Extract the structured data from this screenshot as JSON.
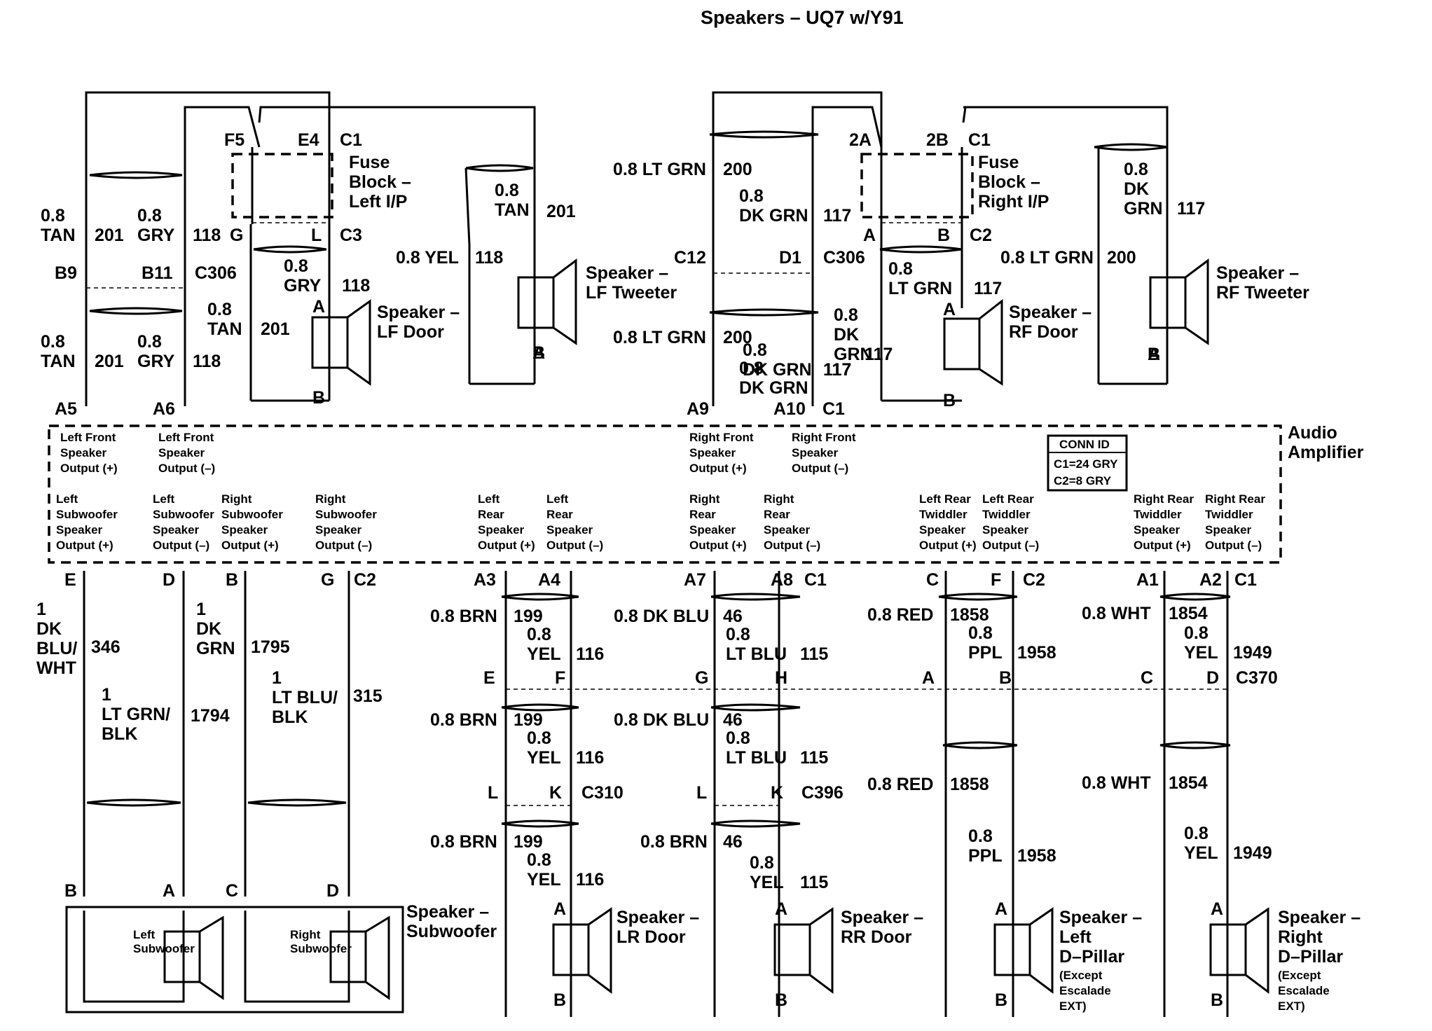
{
  "title": "Speakers – UQ7 w/Y91",
  "fuse_blocks": [
    {
      "pins": [
        "F5",
        "E4",
        "C1"
      ],
      "label": [
        "Fuse",
        "Block –",
        "Left I/P"
      ],
      "bottom_pins": [
        "G",
        "L",
        "C3"
      ]
    },
    {
      "pins": [
        "2A",
        "2B",
        "C1"
      ],
      "label": [
        "Fuse",
        "Block –",
        "Right I/P"
      ],
      "bottom_pins": [
        "A",
        "B",
        "C2"
      ]
    }
  ],
  "wire_labels": [
    {
      "id": "w1",
      "lines": [
        "0.8",
        "TAN"
      ],
      "circuit": "201"
    },
    {
      "id": "w2",
      "lines": [
        "0.8",
        "GRY"
      ],
      "circuit": "118"
    },
    {
      "id": "w3",
      "lines": [
        "0.8",
        "TAN"
      ],
      "circuit": "201"
    },
    {
      "id": "w4",
      "lines": [
        "0.8",
        "GRY"
      ],
      "circuit": "118"
    },
    {
      "id": "w5",
      "lines": [
        "0.8",
        "GRY"
      ],
      "circuit": "118"
    },
    {
      "id": "w6",
      "lines": [
        "0.8",
        "TAN"
      ],
      "circuit": "201"
    },
    {
      "id": "w7",
      "lines": [
        "0.8 YEL"
      ],
      "circuit": "118"
    },
    {
      "id": "w8",
      "lines": [
        "0.8",
        "TAN"
      ],
      "circuit": "201"
    },
    {
      "id": "w9",
      "lines": [
        "0.8 LT GRN"
      ],
      "circuit": "200"
    },
    {
      "id": "w10",
      "lines": [
        "0.8",
        "DK GRN"
      ],
      "circuit": "117"
    },
    {
      "id": "w11",
      "lines": [
        "0.8",
        "LT GRN"
      ],
      "circuit": "117"
    },
    {
      "id": "w12",
      "lines": [
        "0.8 LT GRN"
      ],
      "circuit": "200"
    },
    {
      "id": "w13",
      "lines": [
        "0.8",
        "DK GRN"
      ],
      "circuit": "117"
    },
    {
      "id": "w14",
      "lines": [
        "0.8 LT GRN"
      ],
      "circuit": "200"
    },
    {
      "id": "w15",
      "lines": [
        "0.8",
        "DK",
        "GRN"
      ],
      "circuit": "117"
    },
    {
      "id": "w16",
      "lines": [
        "0.8",
        "DK",
        "GRN"
      ],
      "circuit": "117"
    },
    {
      "id": "w17",
      "lines": [
        "0.8",
        "DK GRN"
      ],
      "circuit": "117"
    }
  ],
  "connectors": {
    "c306_left": [
      "B9",
      "B11",
      "C306"
    ],
    "c306_right": [
      "C12",
      "D1",
      "C306"
    ],
    "amp_top_left": [
      "A5",
      "A6"
    ],
    "amp_top_right": [
      "A9",
      "A10",
      "C1"
    ],
    "amp_bottom": [
      "E",
      "D",
      "B",
      "G",
      "C2",
      "A3",
      "A4",
      "A7",
      "A8",
      "C1",
      "C",
      "F",
      "C2",
      "A1",
      "A2",
      "C1"
    ],
    "c370": [
      "E",
      "F",
      "G",
      "H",
      "A",
      "B",
      "C",
      "D",
      "C370"
    ],
    "c310": [
      "L",
      "K",
      "C310"
    ],
    "c396": [
      "L",
      "K",
      "C396"
    ],
    "sub_pins": [
      "B",
      "A",
      "C",
      "D"
    ]
  },
  "amplifier": {
    "label": [
      "Audio",
      "Amplifier"
    ],
    "conn_id": {
      "title": "CONN ID",
      "c1": "C1=24 GRY",
      "c2": "C2=8 GRY"
    },
    "top_outputs": [
      [
        "Left Front",
        "Speaker",
        "Output (+)"
      ],
      [
        "Left Front",
        "Speaker",
        "Output (–)"
      ],
      [
        "Right Front",
        "Speaker",
        "Output (+)"
      ],
      [
        "Right Front",
        "Speaker",
        "Output (–)"
      ]
    ],
    "bottom_outputs": [
      [
        "Left",
        "Subwoofer",
        "Speaker",
        "Output (+)"
      ],
      [
        "Left",
        "Subwoofer",
        "Speaker",
        "Output (–)"
      ],
      [
        "Right",
        "Subwoofer",
        "Speaker",
        "Output (+)"
      ],
      [
        "Right",
        "Subwoofer",
        "Speaker",
        "Output (–)"
      ],
      [
        "Left",
        "Rear",
        "Speaker",
        "Output (+)"
      ],
      [
        "Left",
        "Rear",
        "Speaker",
        "Output (–)"
      ],
      [
        "Right",
        "Rear",
        "Speaker",
        "Output (+)"
      ],
      [
        "Right",
        "Rear",
        "Speaker",
        "Output (–)"
      ],
      [
        "Left Rear",
        "Twiddler",
        "Speaker",
        "Output (+)"
      ],
      [
        "Left Rear",
        "Twiddler",
        "Speaker",
        "Output (–)"
      ],
      [
        "Right Rear",
        "Twiddler",
        "Speaker",
        "Output (+)"
      ],
      [
        "Right Rear",
        "Twiddler",
        "Speaker",
        "Output (–)"
      ]
    ]
  },
  "lower_wires": {
    "sub": [
      {
        "lines": [
          "1",
          "DK",
          "BLU/",
          "WHT"
        ],
        "circuit": "346"
      },
      {
        "lines": [
          "1",
          "LT GRN/",
          "BLK"
        ],
        "circuit": "1794"
      },
      {
        "lines": [
          "1",
          "DK",
          "GRN"
        ],
        "circuit": "1795"
      },
      {
        "lines": [
          "1",
          "LT BLU/",
          "BLK"
        ],
        "circuit": "315"
      }
    ],
    "lr": [
      {
        "lines": [
          "0.8 BRN"
        ],
        "circuit": "199"
      },
      {
        "lines": [
          "0.8",
          "YEL"
        ],
        "circuit": "116"
      }
    ],
    "rr_upper": [
      {
        "lines": [
          "0.8 DK BLU"
        ],
        "circuit": "46"
      },
      {
        "lines": [
          "0.8",
          "LT BLU"
        ],
        "circuit": "115"
      }
    ],
    "rr_lower": [
      {
        "lines": [
          "0.8 BRN"
        ],
        "circuit": "46"
      },
      {
        "lines": [
          "0.8",
          "YEL"
        ],
        "circuit": "115"
      }
    ],
    "ld": [
      {
        "lines": [
          "0.8 RED"
        ],
        "circuit": "1858"
      },
      {
        "lines": [
          "0.8",
          "PPL"
        ],
        "circuit": "1958"
      }
    ],
    "rd": [
      {
        "lines": [
          "0.8 WHT"
        ],
        "circuit": "1854"
      },
      {
        "lines": [
          "0.8",
          "YEL"
        ],
        "circuit": "1949"
      }
    ]
  },
  "speakers": {
    "lf_door": [
      "Speaker –",
      "LF Door"
    ],
    "lf_tweeter": [
      "Speaker –",
      "LF Tweeter"
    ],
    "rf_door": [
      "Speaker –",
      "RF Door"
    ],
    "rf_tweeter": [
      "Speaker –",
      "RF Tweeter"
    ],
    "subwoofer": [
      "Speaker –",
      "Subwoofer"
    ],
    "left_sub": [
      "Left",
      "Subwoofer"
    ],
    "right_sub": [
      "Right",
      "Subwoofer"
    ],
    "lr_door": [
      "Speaker –",
      "LR Door"
    ],
    "rr_door": [
      "Speaker –",
      "RR Door"
    ],
    "left_dpillar": [
      "Speaker –",
      "Left",
      "D–Pillar"
    ],
    "left_dpillar_note": [
      "(Except",
      "Escalade",
      "EXT)"
    ],
    "right_dpillar": [
      "Speaker –",
      "Right",
      "D–Pillar"
    ],
    "right_dpillar_note": [
      "(Except",
      "Escalade",
      "EXT)"
    ]
  },
  "pin_labels": {
    "A": "A",
    "B": "B",
    "plus": "+",
    "minus": "–"
  }
}
